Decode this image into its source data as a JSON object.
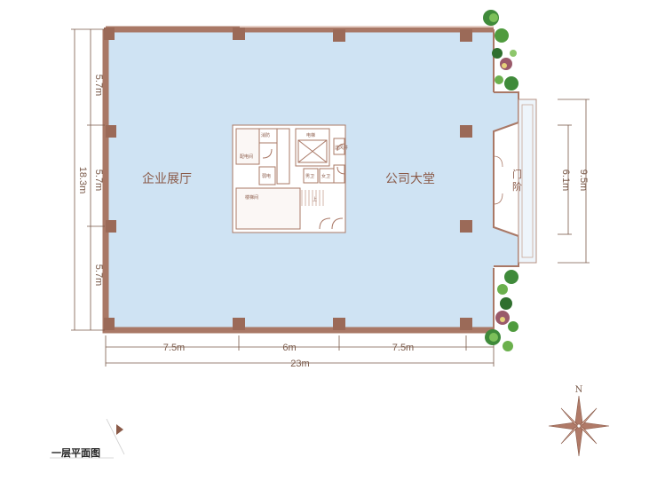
{
  "labels": {
    "hall_left": "企业展厅",
    "hall_right": "公司大堂",
    "entrance_1": "门",
    "entrance_2": "阶",
    "north": "N",
    "floor_title": "一层平面图"
  },
  "core_labels": {
    "fire_room": "消防",
    "fire_room_2": "配电间",
    "shaft": "电梯",
    "shaft_2": "送风井",
    "electric": "弱电",
    "wc_a": "男卫",
    "wc_b": "女卫",
    "stair": "楼梯间",
    "up": "上"
  },
  "dimensions": {
    "bay_v1": "5.7m",
    "bay_v2": "5.7m",
    "bay_v3": "5.7m",
    "total_v": "18.3m",
    "bay_h1": "7.5m",
    "bay_h2": "6m",
    "bay_h3": "7.5m",
    "total_h": "23m",
    "entry_outer": "9.5m",
    "entry_inner": "6.1m"
  },
  "colors": {
    "floor": "#cfe3f3",
    "wall": "#a97866",
    "column": "#9b6a58",
    "core": "#ffffff",
    "dim_line": "#7a5a4a",
    "greenery": "#3f8a3a"
  }
}
